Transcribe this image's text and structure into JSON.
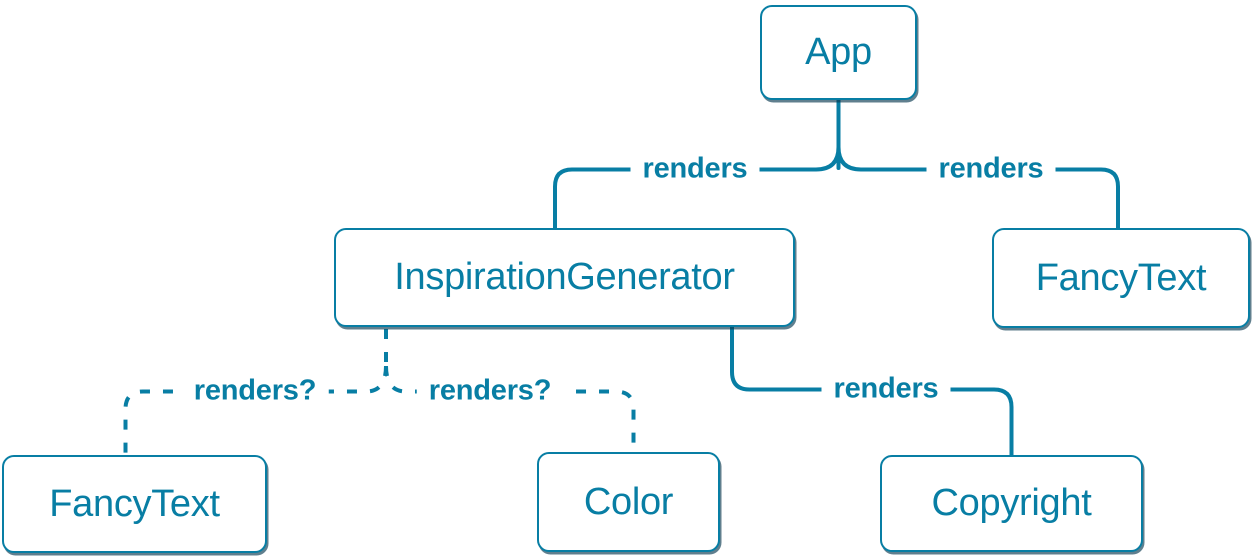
{
  "diagram": {
    "type": "component-render-tree",
    "colors": {
      "accent": "#087ea4",
      "node_background": "#ffffff",
      "node_shadow": "#0a3a52"
    },
    "nodes": [
      {
        "id": "app",
        "label": "App"
      },
      {
        "id": "inspiration-generator",
        "label": "InspirationGenerator"
      },
      {
        "id": "fancy-text-top",
        "label": "FancyText"
      },
      {
        "id": "fancy-text-bottom",
        "label": "FancyText"
      },
      {
        "id": "color",
        "label": "Color"
      },
      {
        "id": "copyright",
        "label": "Copyright"
      }
    ],
    "edges": [
      {
        "from": "App",
        "to": "InspirationGenerator",
        "label": "renders",
        "style": "solid"
      },
      {
        "from": "App",
        "to": "FancyText",
        "label": "renders",
        "style": "solid"
      },
      {
        "from": "InspirationGenerator",
        "to": "Copyright",
        "label": "renders",
        "style": "solid"
      },
      {
        "from": "InspirationGenerator",
        "to": "FancyText",
        "label": "renders?",
        "style": "dashed"
      },
      {
        "from": "InspirationGenerator",
        "to": "Color",
        "label": "renders?",
        "style": "dashed"
      }
    ]
  }
}
